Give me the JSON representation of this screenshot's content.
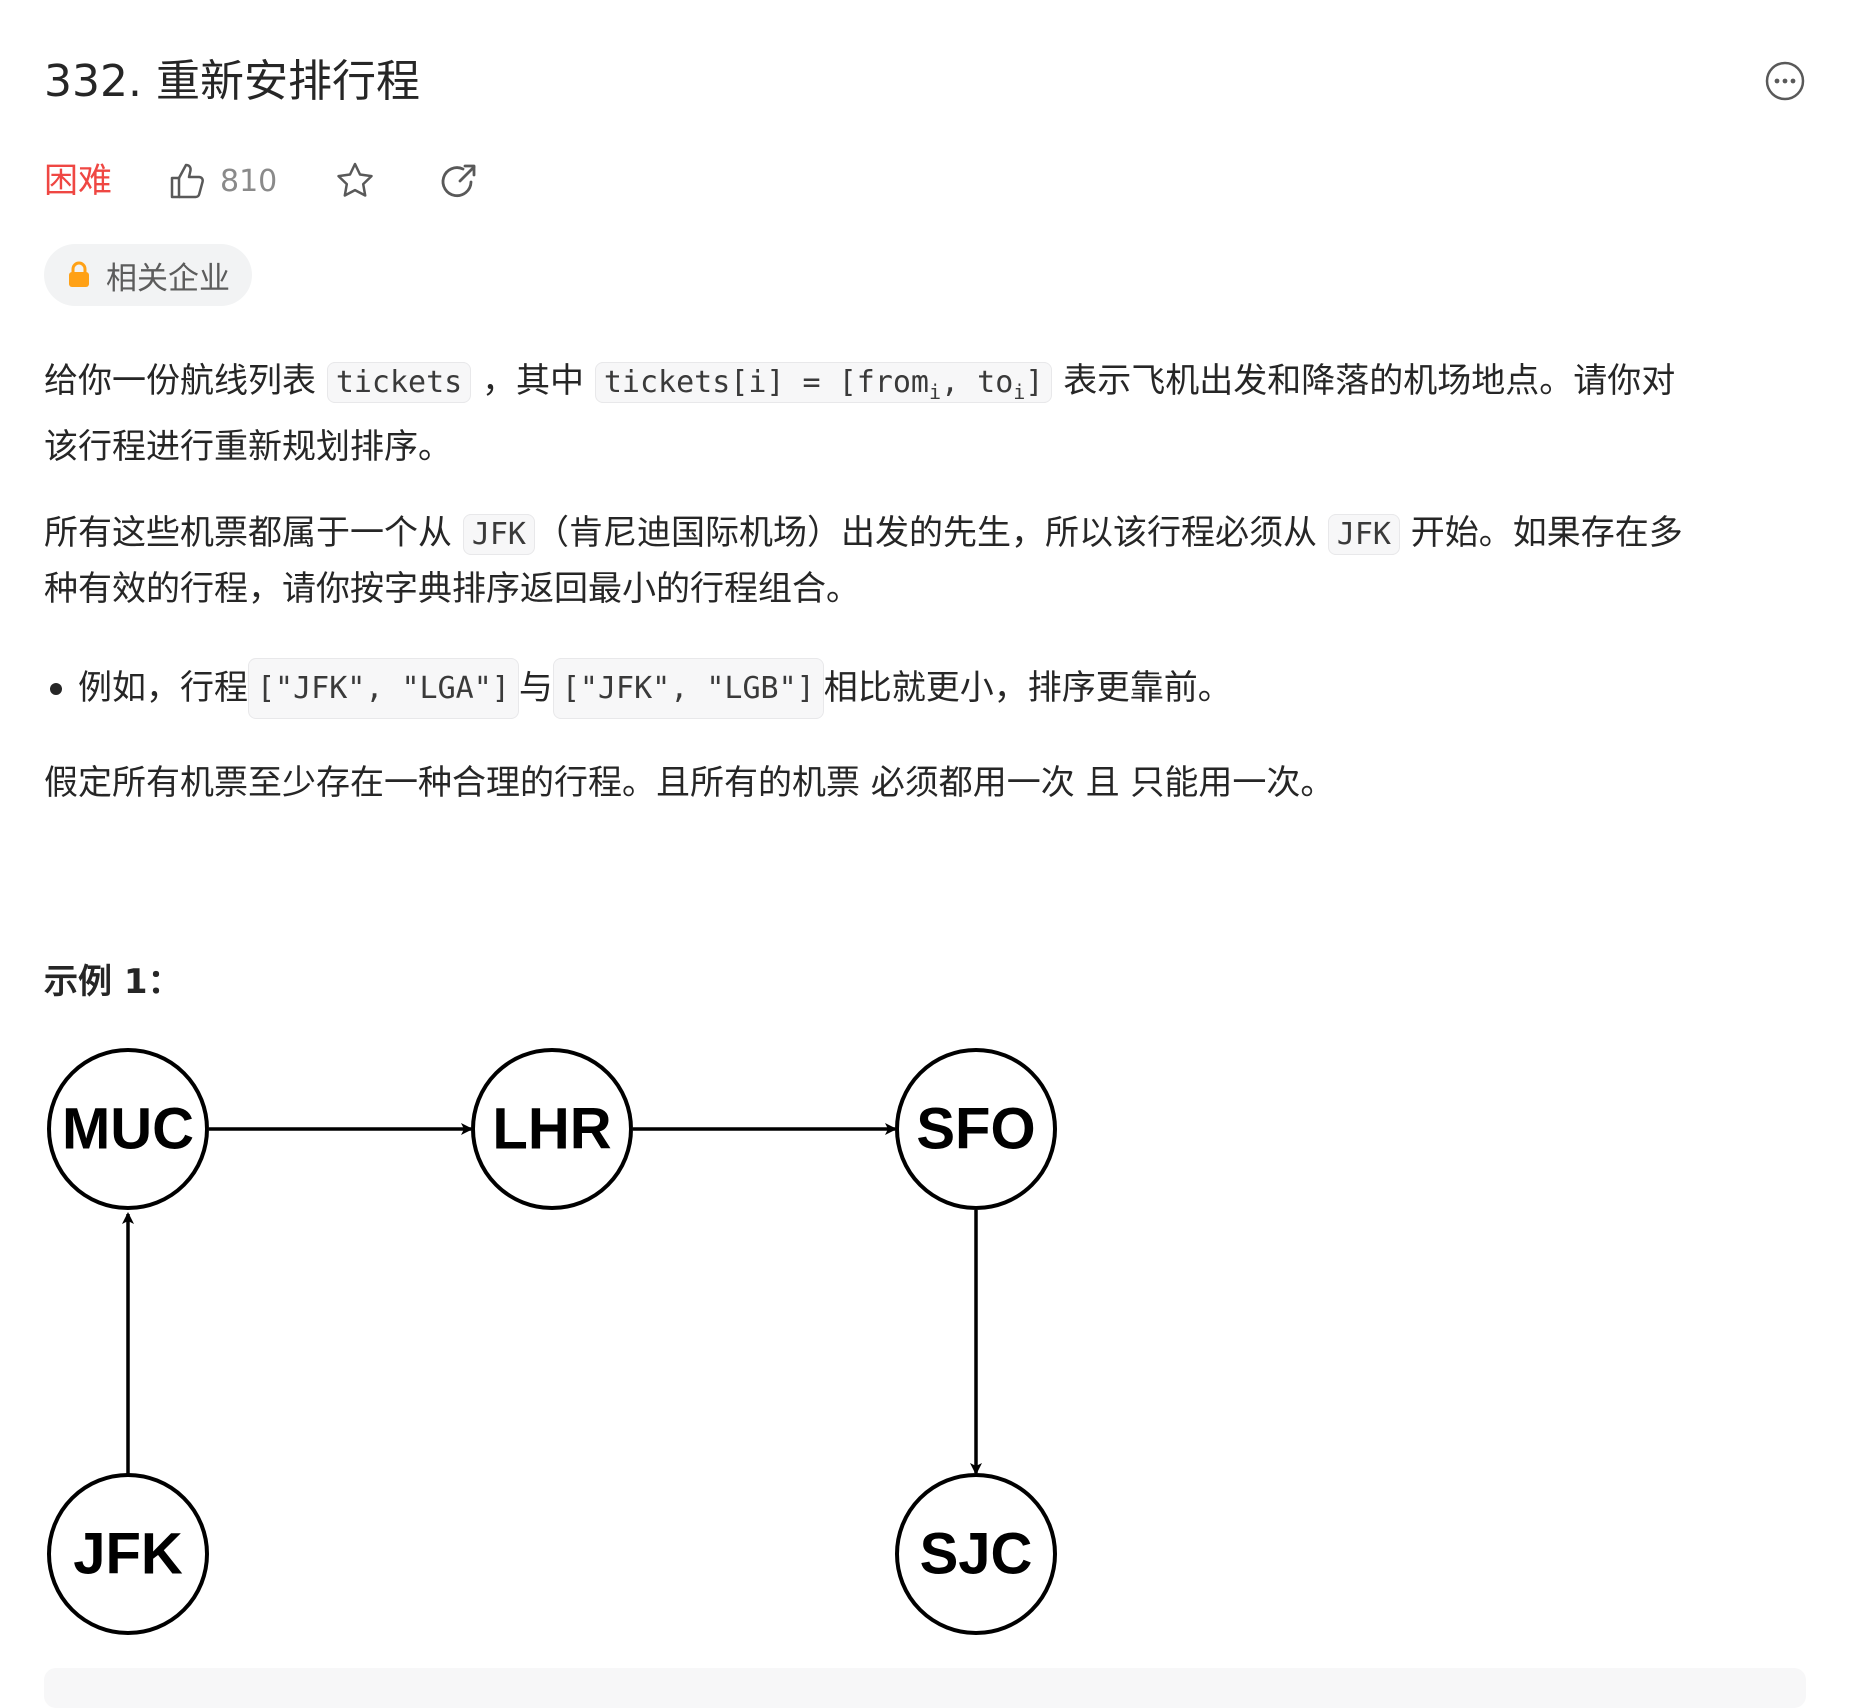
{
  "problem": {
    "title": "332. 重新安排行程",
    "difficulty": "困难",
    "likes": "810",
    "company_tag": "相关企业"
  },
  "description": {
    "p1_a": "给你一份航线列表 ",
    "p1_code1": "tickets",
    "p1_b": " ，其中 ",
    "p1_code2_a": "tickets[i] = [from",
    "p1_code2_sub1": "i",
    "p1_code2_b": ", to",
    "p1_code2_sub2": "i",
    "p1_code2_c": "]",
    "p1_c": " 表示飞机出发和降落的机场地点。请你对",
    "p1_d": "该行程进行重新规划排序。",
    "p2_a": "所有这些机票都属于一个从 ",
    "p2_code1": "JFK",
    "p2_b": "（肯尼迪国际机场）出发的先生，所以该行程必须从 ",
    "p2_code2": "JFK",
    "p2_c": " 开始。如果存在多",
    "p2_d": "种有效的行程，请你按字典排序返回最小的行程组合。",
    "bullet_a": "例如，行程 ",
    "bullet_code1": "[\"JFK\", \"LGA\"]",
    "bullet_b": " 与 ",
    "bullet_code2": "[\"JFK\", \"LGB\"]",
    "bullet_c": " 相比就更小，排序更靠前。",
    "p3": "假定所有机票至少存在一种合理的行程。且所有的机票 必须都用一次 且 只能用一次。"
  },
  "example": {
    "title": "示例 1："
  },
  "graph": {
    "nodes": [
      "MUC",
      "LHR",
      "SFO",
      "JFK",
      "SJC"
    ],
    "edges": [
      [
        "JFK",
        "MUC"
      ],
      [
        "MUC",
        "LHR"
      ],
      [
        "LHR",
        "SFO"
      ],
      [
        "SFO",
        "SJC"
      ]
    ]
  },
  "icons": {
    "more": "more-icon",
    "like": "thumb-up-icon",
    "star": "star-icon",
    "share": "share-icon",
    "lock": "lock-icon"
  },
  "colors": {
    "difficulty": "#ef4743",
    "lock": "#ffa116",
    "text": "#262626",
    "muted": "#8a8a8a"
  }
}
